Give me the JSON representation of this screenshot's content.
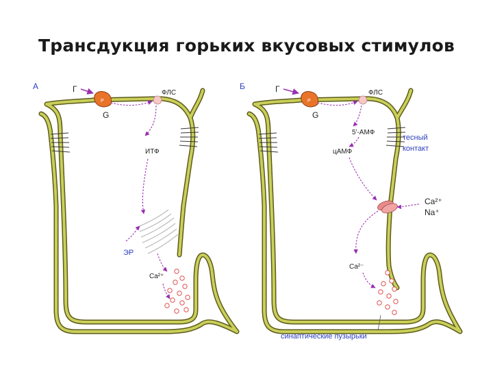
{
  "title": "Трансдукция горьких вкусовых стимулов",
  "panel_a": {
    "letter": "А",
    "ligand": "Г",
    "receptor": "Р",
    "gprotein": "G",
    "enzyme": "ФЛС",
    "messenger": "ИТФ",
    "organelle": "ЭР",
    "ion": "Ca²⁺"
  },
  "panel_b": {
    "letter": "Б",
    "ligand": "Г",
    "receptor": "Р",
    "gprotein": "G",
    "enzyme": "ФЛС",
    "amp5": "5'-АМФ",
    "camp": "цАМФ",
    "tight_1": "тесный",
    "tight_2": "контакт",
    "ion_ca": "Ca²⁺",
    "ion_na": "Na⁺",
    "ion_ca_in": "Ca²⁻",
    "vesicles": "синаптические пузырьки"
  },
  "colors": {
    "membrane_outer": "#5c5a1a",
    "membrane_inner": "#c9cf5a",
    "arrow": "#9a2fb0",
    "receptor": "#e8742a",
    "enzyme": "#f6c8c8",
    "channel": "#e88a8a",
    "vesicle": "#e05050",
    "blue_text": "#2b3fbf"
  }
}
